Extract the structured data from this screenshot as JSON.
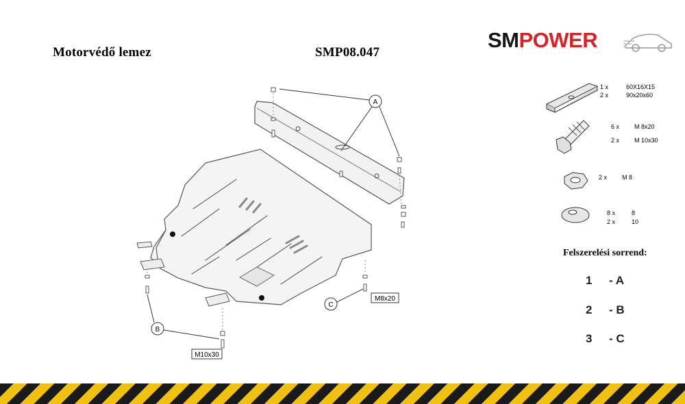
{
  "header": {
    "title_left": "Motorvédő lemez",
    "title_right": "SMP08.047"
  },
  "logo": {
    "text_dark": "SM",
    "text_red": "POWER",
    "color_dark": "#151515",
    "color_red": "#d6232a"
  },
  "diagram": {
    "callouts": [
      "A",
      "B",
      "C"
    ],
    "labels": [
      "M8x20",
      "M10x30"
    ]
  },
  "parts": [
    {
      "icon": "bracket-plate-icon",
      "qty": [
        "1 x",
        "2 x"
      ],
      "spec": [
        "60X16X15",
        "90x20x60"
      ]
    },
    {
      "icon": "bolt-icon",
      "qty": [
        "6 x",
        "2 x"
      ],
      "spec": [
        "M 8x20",
        "M 10x30"
      ]
    },
    {
      "icon": "hex-nut-icon",
      "qty": [
        "2 x"
      ],
      "spec": [
        "M 8"
      ]
    },
    {
      "icon": "washer-icon",
      "qty": [
        "8 x",
        "2 x"
      ],
      "spec": [
        "8",
        "10"
      ]
    }
  ],
  "order": {
    "title": "Felszerelési sorrend:",
    "rows": [
      {
        "n": "1",
        "v": "- A"
      },
      {
        "n": "2",
        "v": "- B"
      },
      {
        "n": "3",
        "v": "- C"
      }
    ]
  },
  "colors": {
    "hazard_yellow": "#f1c10f",
    "hazard_black": "#1a1a1a"
  }
}
